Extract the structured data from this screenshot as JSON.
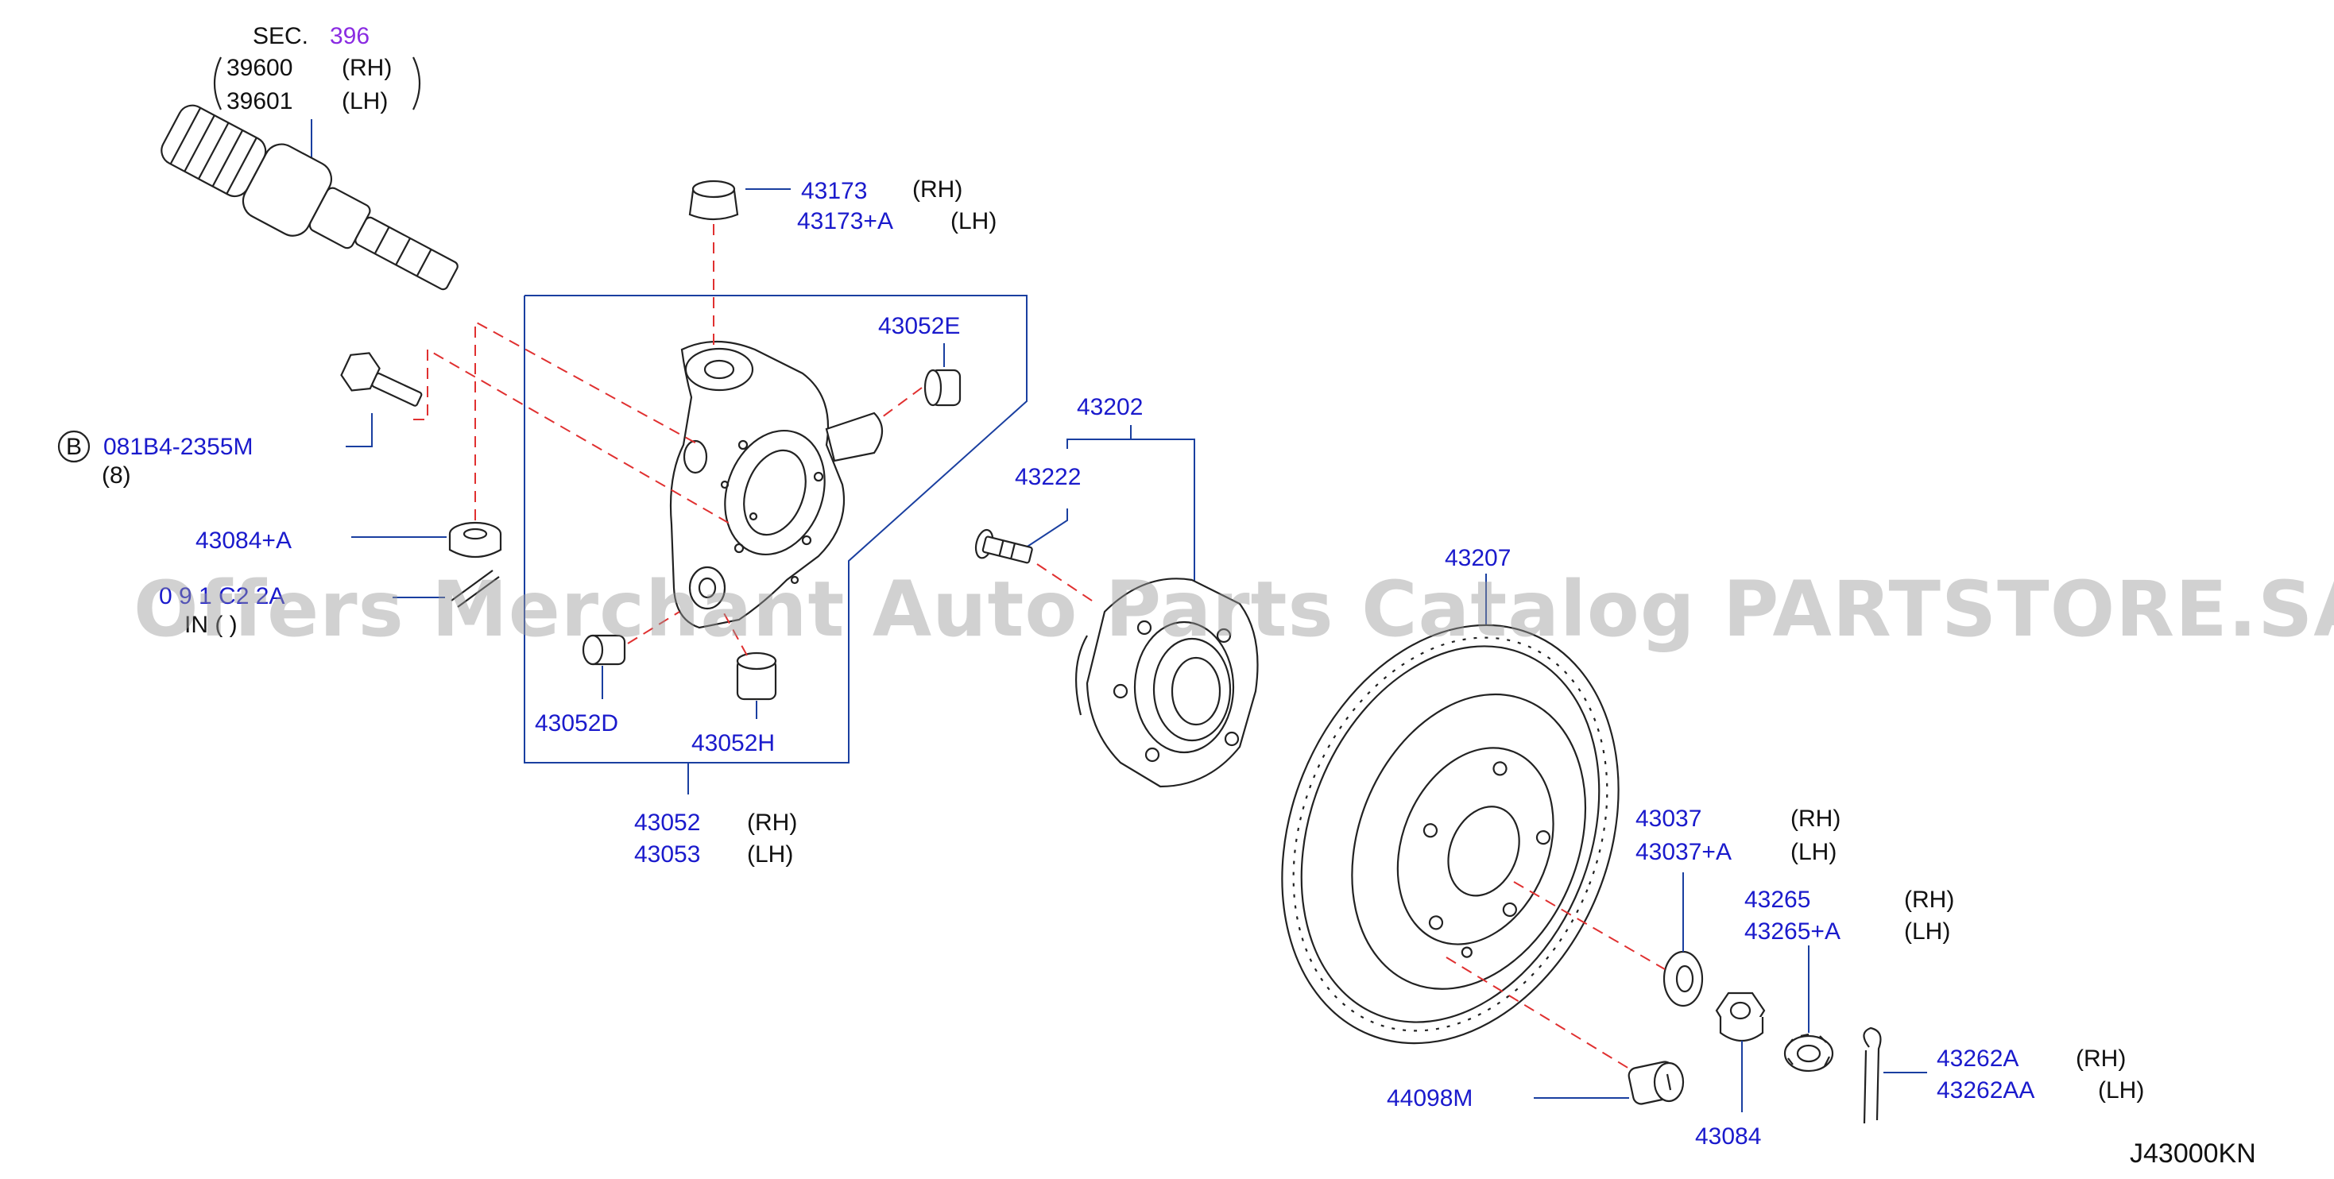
{
  "diagram_code": "J43000KN",
  "watermark": "Offers Merchant Auto Parts Catalog PARTSTORE.SA",
  "section": {
    "label": "SEC.",
    "ref": "396",
    "items": [
      {
        "part": "39600",
        "side": "(RH)"
      },
      {
        "part": "39601",
        "side": "(LH)"
      }
    ]
  },
  "callouts": {
    "bolt_b": {
      "marker": "B",
      "part": "081B4-2355M",
      "qty": "(8)"
    },
    "nut_43084a": {
      "part": "43084+A"
    },
    "pin_partial": {
      "part": "0  9  1  C2 2A",
      "qty": "IN  ( )"
    },
    "bushing_43173": [
      {
        "part": "43173",
        "side": "(RH)"
      },
      {
        "part": "43173+A",
        "side": "(LH)"
      }
    ],
    "bushing_43052e": {
      "part": "43052E"
    },
    "bushing_43052d": {
      "part": "43052D"
    },
    "bushing_43052h": {
      "part": "43052H"
    },
    "knuckle": [
      {
        "part": "43052",
        "side": "(RH)"
      },
      {
        "part": "43053",
        "side": "(LH)"
      }
    ],
    "hub_assy": {
      "part": "43202"
    },
    "hub_bolt": {
      "part": "43222"
    },
    "rotor": {
      "part": "43207"
    },
    "washer": [
      {
        "part": "43037",
        "side": "(RH)"
      },
      {
        "part": "43037+A",
        "side": "(LH)"
      }
    ],
    "cap": [
      {
        "part": "43265",
        "side": "(RH)"
      },
      {
        "part": "43265+A",
        "side": "(LH)"
      }
    ],
    "cotter_pin": [
      {
        "part": "43262A",
        "side": "(RH)"
      },
      {
        "part": "43262AA",
        "side": "(LH)"
      }
    ],
    "plug": {
      "part": "44098M"
    },
    "hub_nut": {
      "part": "43084"
    }
  },
  "colors": {
    "part_number": "#1a1acc",
    "leader_line": "#1a3fa0",
    "dashed_line": "#e03030",
    "section_ref": "#8a2be2"
  }
}
